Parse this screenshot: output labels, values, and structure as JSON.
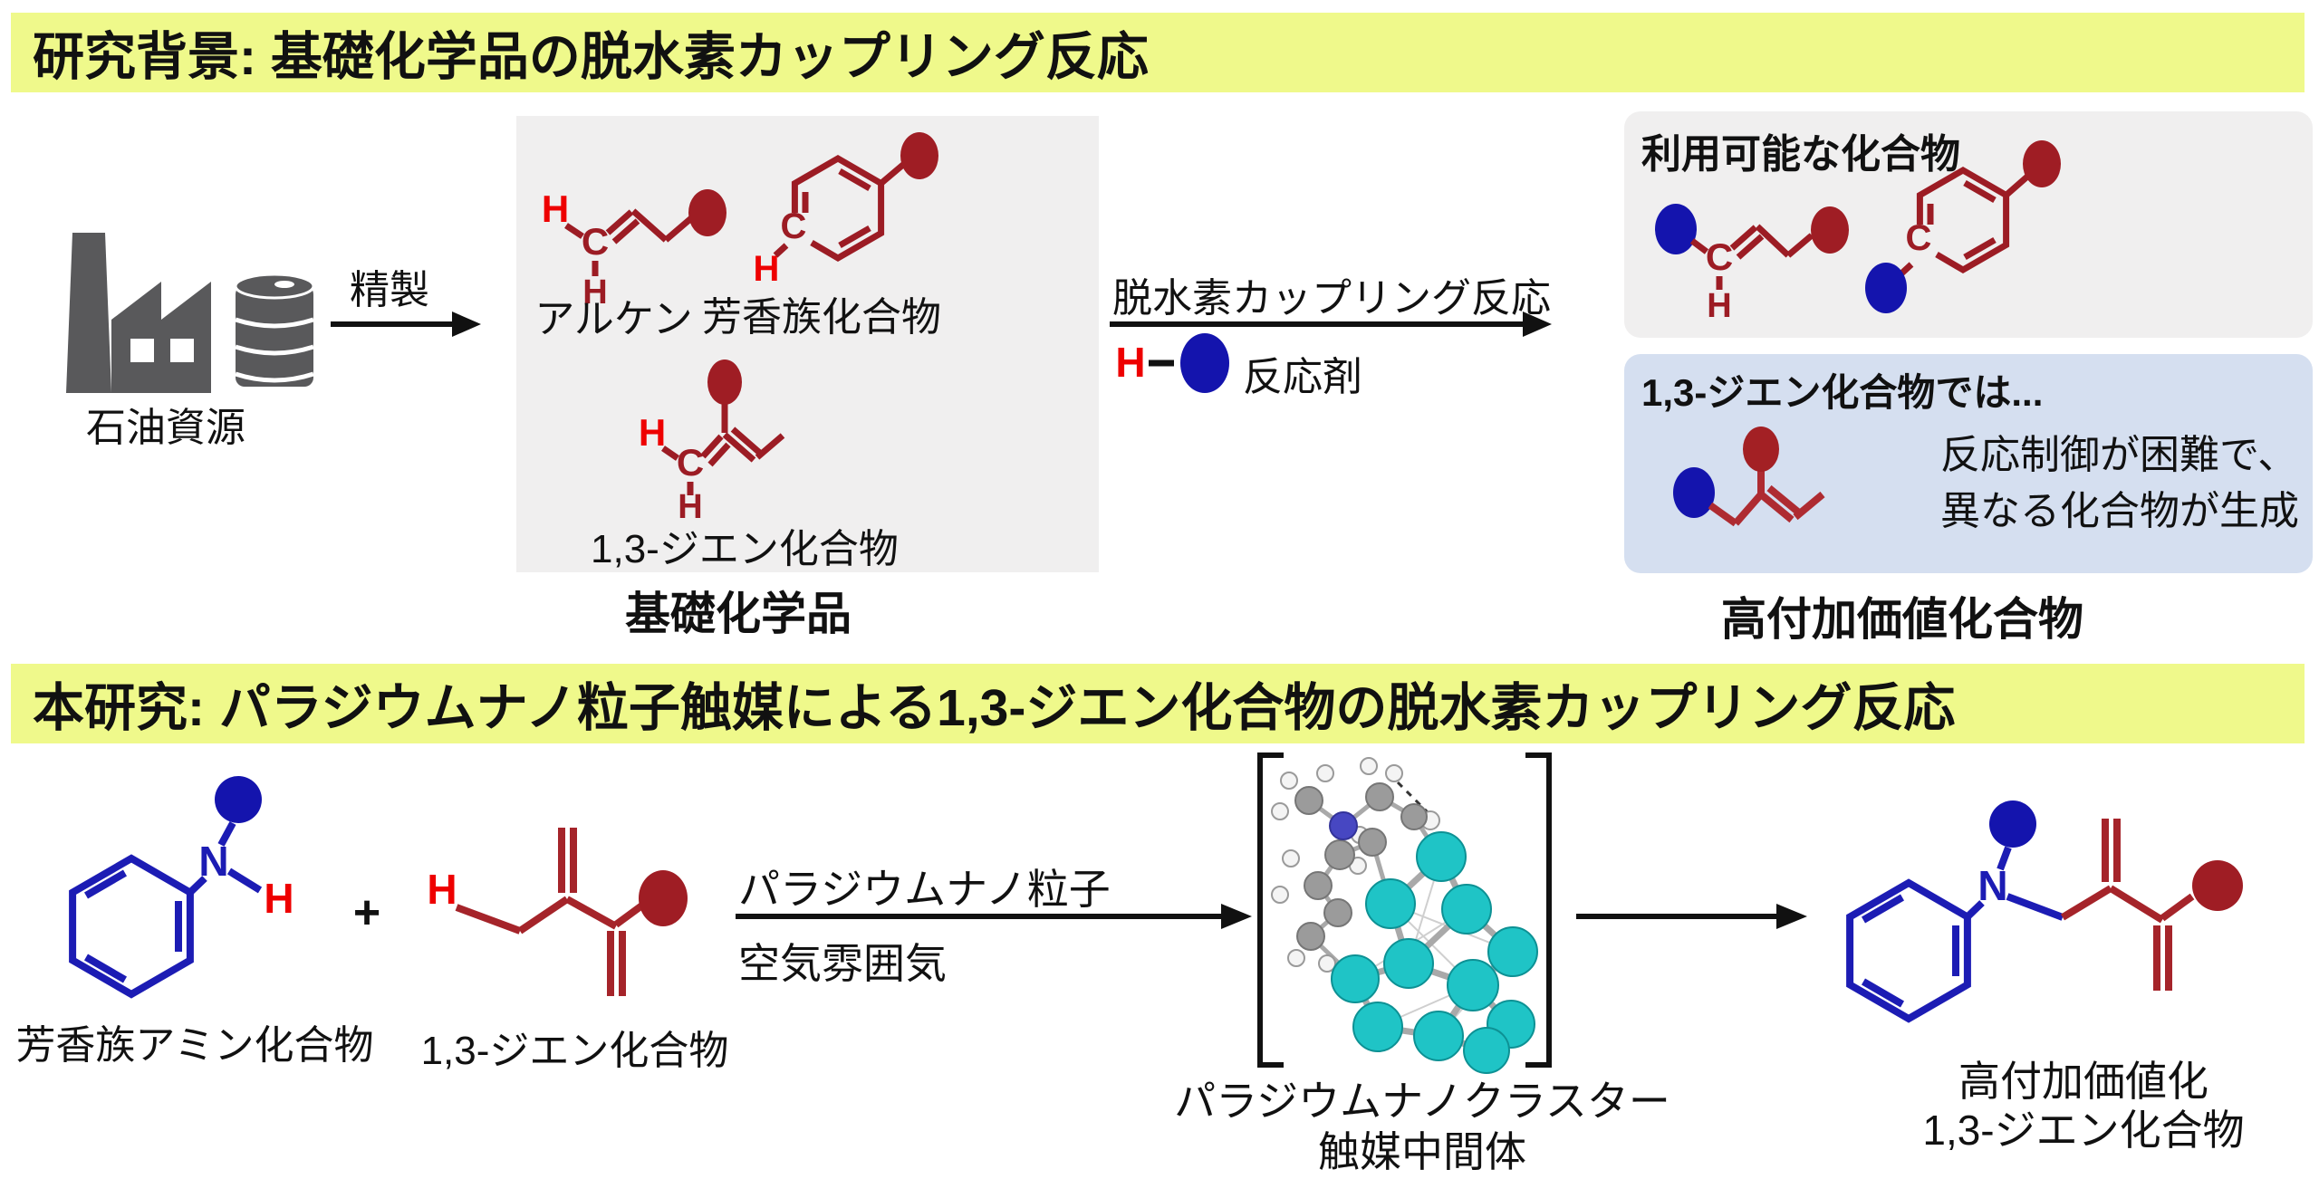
{
  "colors": {
    "banner_bg": "#eff98b",
    "panel_gray": "#f0efef",
    "panel_blue": "#d5dff0",
    "structure_dark_red": "#9c1c24",
    "structure_bright_red": "#ae2b31",
    "reactive_h_red": "#ee0000",
    "circle_dark_red": "#9f1d24",
    "circle_blue": "#1414ad",
    "structure_blue": "#1c1cb4",
    "palladium_teal": "#1fc4c6",
    "icon_gray": "#59595b"
  },
  "atoms": {
    "h": "H",
    "c": "C",
    "n": "N"
  },
  "background_section": {
    "banner": "研究背景: 基礎化学品の脱水素カップリング反応",
    "petroleum_label": "石油資源",
    "refine_label": "精製",
    "alkene_label": "アルケン",
    "aromatic_label": "芳香族化合物",
    "diene_label": "1,3-ジエン化合物",
    "base_chemicals_caption": "基礎化学品",
    "coupling_arrow_label": "脱水素カップリング反応",
    "reagent_label": "反応剤",
    "available_title": "利用可能な化合物",
    "diene_case_title": "1,3-ジエン化合物では...",
    "diene_case_note1": "反応制御が困難で、",
    "diene_case_note2": "異なる化合物が生成",
    "value_caption": "高付加価値化合物"
  },
  "study_section": {
    "banner": "本研究: パラジウムナノ粒子触媒による1,3-ジエン化合物の脱水素カップリング反応",
    "amine_label": "芳香族アミン化合物",
    "plus": "+",
    "diene_label": "1,3-ジエン化合物",
    "condition_top": "パラジウムナノ粒子",
    "condition_bottom": "空気雰囲気",
    "cluster_caption1": "パラジウムナノクラスター",
    "cluster_caption2": "触媒中間体",
    "product_caption1": "高付加価値化",
    "product_caption2": "1,3-ジエン化合物"
  }
}
